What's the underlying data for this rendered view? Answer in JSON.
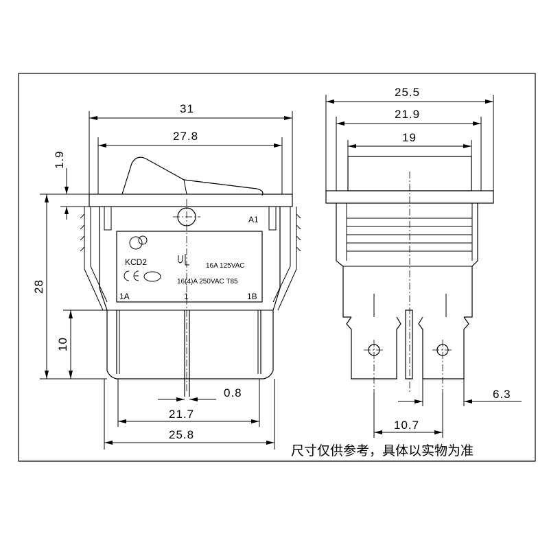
{
  "dimensions": {
    "front_width_overall": "31",
    "front_width_rocker": "27.8",
    "flange_thickness": "1.9",
    "body_height": "28",
    "terminal_length": "10",
    "terminal_thickness": "0.8",
    "terminal_span_inner": "21.7",
    "terminal_span_outer": "25.8",
    "side_width_flange": "25.5",
    "side_width_body": "21.9",
    "side_width_top": "19",
    "terminal_width": "6.3",
    "terminal_pitch": "10.7"
  },
  "markings": {
    "model": "KCD2",
    "rating_1": "16A 125VAC",
    "rating_2": "16(4)A 250VAC T85",
    "terminal_1a": "1A",
    "terminal_1": "1",
    "terminal_1b": "1B",
    "position_a1": "A1"
  },
  "note": "尺寸仅供参考，具体以实物为准"
}
